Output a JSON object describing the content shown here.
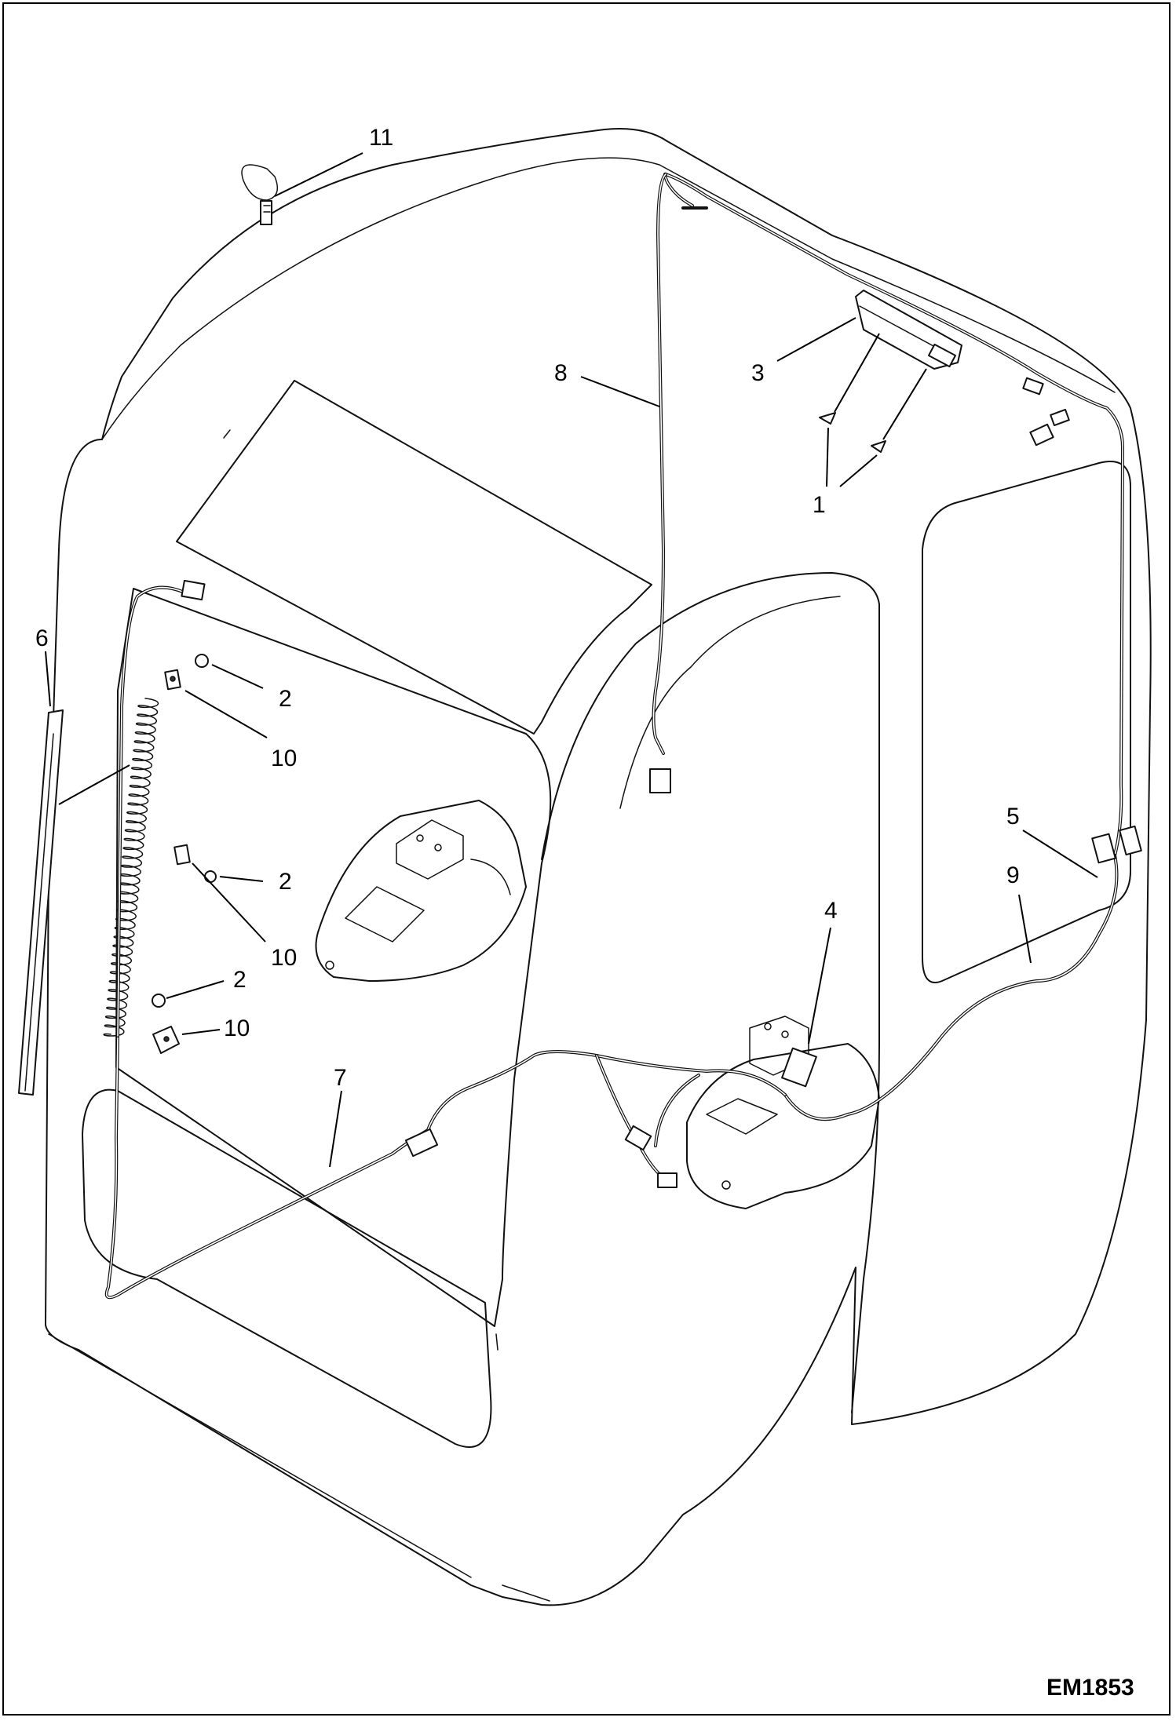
{
  "figure_id": "EM1853",
  "callouts": [
    {
      "id": "c11",
      "label": "11"
    },
    {
      "id": "c8",
      "label": "8"
    },
    {
      "id": "c3",
      "label": "3"
    },
    {
      "id": "c1",
      "label": "1"
    },
    {
      "id": "c6",
      "label": "6"
    },
    {
      "id": "c2a",
      "label": "2"
    },
    {
      "id": "c10a",
      "label": "10"
    },
    {
      "id": "c2b",
      "label": "2"
    },
    {
      "id": "c10b",
      "label": "10"
    },
    {
      "id": "c2c",
      "label": "2"
    },
    {
      "id": "c10c",
      "label": "10"
    },
    {
      "id": "c5",
      "label": "5"
    },
    {
      "id": "c9",
      "label": "9"
    },
    {
      "id": "c4",
      "label": "4"
    },
    {
      "id": "c7",
      "label": "7"
    }
  ]
}
